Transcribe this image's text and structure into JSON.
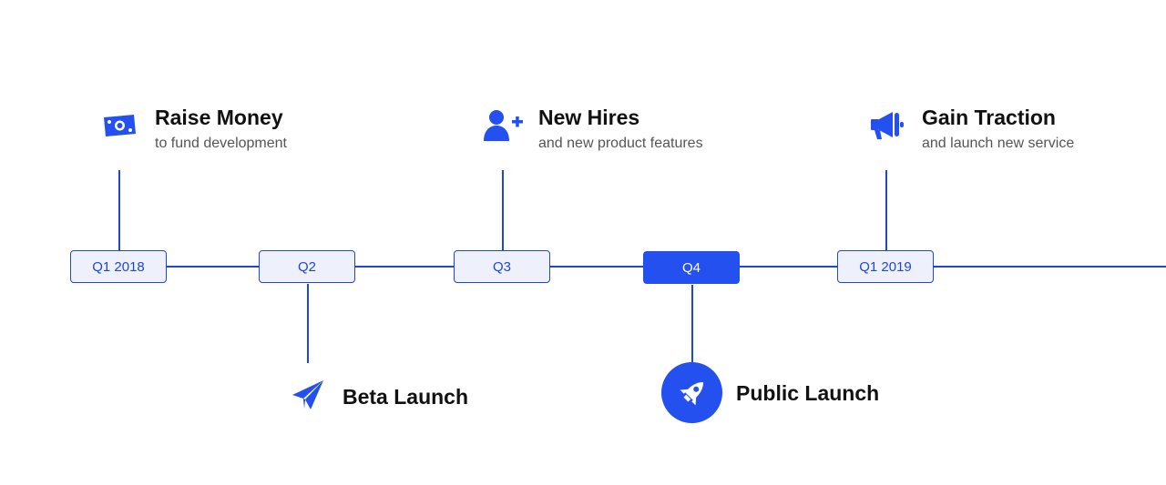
{
  "colors": {
    "accent": "#2350ee",
    "line": "#1d47d4",
    "chip_bg": "#eef1fb"
  },
  "milestones": [
    {
      "period": "Q1 2018",
      "title": "Raise Money",
      "subtitle": "to fund development",
      "icon": "money-icon"
    },
    {
      "period": "Q2",
      "title": "Beta Launch",
      "icon": "paper-plane-icon"
    },
    {
      "period": "Q3",
      "title": "New Hires",
      "subtitle": "and new product features",
      "icon": "add-user-icon"
    },
    {
      "period": "Q4",
      "title": "Public Launch",
      "icon": "rocket-icon",
      "highlighted": true
    },
    {
      "period": "Q1 2019",
      "title": "Gain Traction",
      "subtitle": "and launch new service",
      "icon": "megaphone-icon"
    }
  ]
}
